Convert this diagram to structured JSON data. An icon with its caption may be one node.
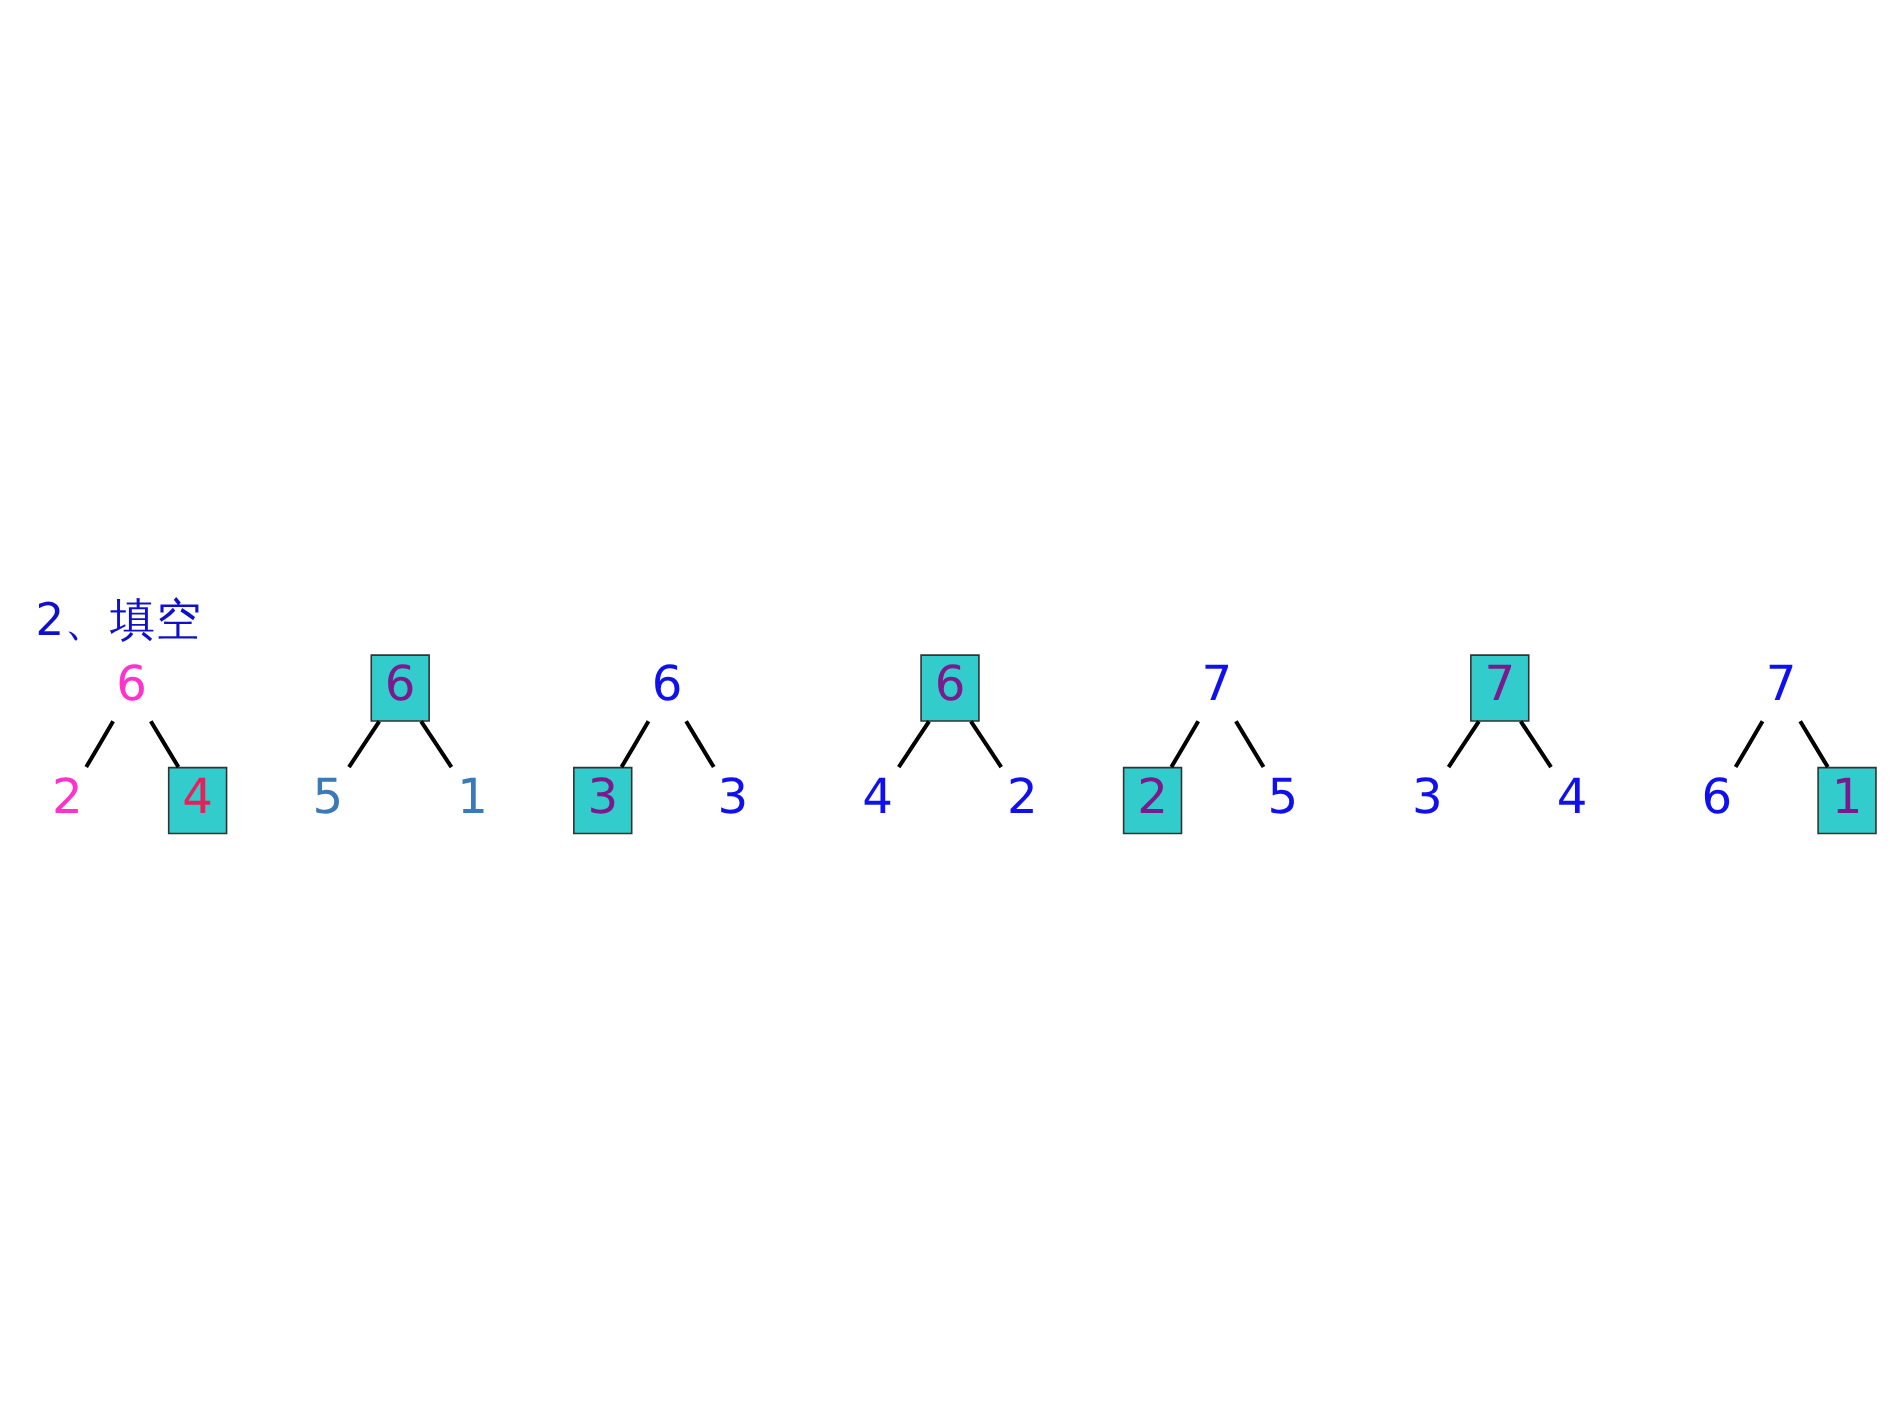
{
  "diagram": {
    "title": "2、填空",
    "nodes": [
      {
        "text": [
          "6"
        ]
      },
      {
        "text": [
          "2"
        ]
      },
      {
        "text": [
          "4"
        ]
      },
      {
        "text": [
          "6"
        ]
      },
      {
        "text": [
          "5"
        ]
      },
      {
        "text": [
          "1"
        ]
      },
      {
        "text": [
          "6"
        ]
      },
      {
        "text": [
          "3"
        ]
      },
      {
        "text": [
          "3"
        ]
      },
      {
        "text": [
          "6"
        ]
      },
      {
        "text": [
          "4"
        ]
      },
      {
        "text": [
          "2"
        ]
      },
      {
        "text": [
          "7"
        ]
      },
      {
        "text": [
          "2"
        ]
      },
      {
        "text": [
          "5"
        ]
      },
      {
        "text": [
          "7"
        ]
      },
      {
        "text": [
          "3"
        ]
      },
      {
        "text": [
          "4"
        ]
      },
      {
        "text": [
          "7"
        ]
      },
      {
        "text": [
          "6"
        ]
      },
      {
        "text": [
          "1"
        ]
      }
    ],
    "edges": [
      {
        "from": 0,
        "to": 1,
        "arrow": "none"
      },
      {
        "from": 0,
        "to": 2,
        "arrow": "none"
      },
      {
        "from": 3,
        "to": 4,
        "arrow": "none"
      },
      {
        "from": 3,
        "to": 5,
        "arrow": "none"
      },
      {
        "from": 6,
        "to": 7,
        "arrow": "none"
      },
      {
        "from": 6,
        "to": 8,
        "arrow": "none"
      },
      {
        "from": 9,
        "to": 10,
        "arrow": "none"
      },
      {
        "from": 9,
        "to": 11,
        "arrow": "none"
      },
      {
        "from": 12,
        "to": 13,
        "arrow": "none"
      },
      {
        "from": 12,
        "to": 14,
        "arrow": "none"
      },
      {
        "from": 15,
        "to": 16,
        "arrow": "none"
      },
      {
        "from": 15,
        "to": 17,
        "arrow": "none"
      },
      {
        "from": 18,
        "to": 19,
        "arrow": "none"
      },
      {
        "from": 18,
        "to": 20,
        "arrow": "none"
      }
    ]
  }
}
